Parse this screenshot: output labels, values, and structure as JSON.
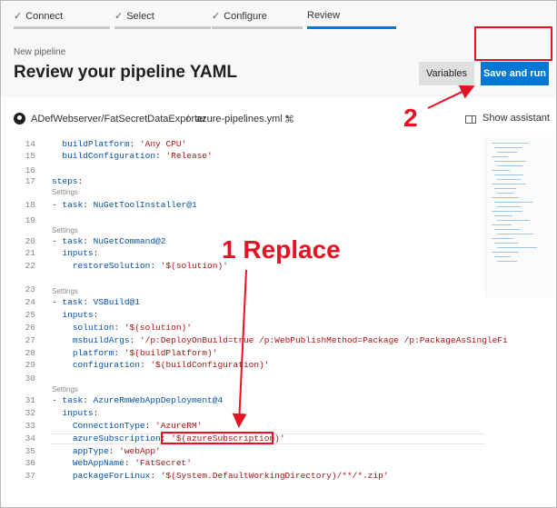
{
  "steps": [
    {
      "label": "Connect",
      "done": true
    },
    {
      "label": "Select",
      "done": true
    },
    {
      "label": "Configure",
      "done": true
    },
    {
      "label": "Review",
      "done": false
    }
  ],
  "header": {
    "subtitle": "New pipeline",
    "title": "Review your pipeline YAML",
    "variables_label": "Variables",
    "save_label": "Save and run"
  },
  "pathbar": {
    "repo": "ADefWebserver/FatSecretDataExporter",
    "separator": "/",
    "file": "azure-pipelines.yml *",
    "shortcut_icon": "⌘",
    "assistant_label": "Show assistant"
  },
  "code": {
    "settings_label": "Settings",
    "lines": [
      {
        "n": "14",
        "t": "  buildPlatform: 'Any CPU'"
      },
      {
        "n": "15",
        "t": "  buildConfiguration: 'Release'"
      },
      {
        "n": "16",
        "t": ""
      },
      {
        "n": "17",
        "t": "steps:"
      },
      {
        "n": "18",
        "t": "- task: NuGetToolInstaller@1"
      },
      {
        "n": "19",
        "t": ""
      },
      {
        "n": "20",
        "t": "- task: NuGetCommand@2"
      },
      {
        "n": "21",
        "t": "  inputs:"
      },
      {
        "n": "22",
        "t": "    restoreSolution: '$(solution)'"
      },
      {
        "n": "23",
        "t": ""
      },
      {
        "n": "24",
        "t": "- task: VSBuild@1"
      },
      {
        "n": "25",
        "t": "  inputs:"
      },
      {
        "n": "26",
        "t": "    solution: '$(solution)'"
      },
      {
        "n": "27",
        "t": "    msbuildArgs: '/p:DeployOnBuild=true /p:WebPublishMethod=Package /p:PackageAsSingleFi"
      },
      {
        "n": "28",
        "t": "    platform: '$(buildPlatform)'"
      },
      {
        "n": "29",
        "t": "    configuration: '$(buildConfiguration)'"
      },
      {
        "n": "30",
        "t": ""
      },
      {
        "n": "31",
        "t": "- task: AzureRmWebAppDeployment@4"
      },
      {
        "n": "32",
        "t": "  inputs:"
      },
      {
        "n": "33",
        "t": "    ConnectionType: 'AzureRM'"
      },
      {
        "n": "34",
        "t": "    azureSubscription: '$(azureSubscription)'"
      },
      {
        "n": "35",
        "t": "    appType: 'webApp'"
      },
      {
        "n": "36",
        "t": "    WebAppName: 'FatSecret'"
      },
      {
        "n": "37",
        "t": "    packageForLinux: '$(System.DefaultWorkingDirectory)/**/*.zip'"
      }
    ]
  },
  "annotations": {
    "replace": "1 Replace",
    "step2": "2"
  },
  "colors": {
    "accent": "#0078d4",
    "annotation": "#e81123",
    "string": "#a31515",
    "key": "#0451a5"
  }
}
